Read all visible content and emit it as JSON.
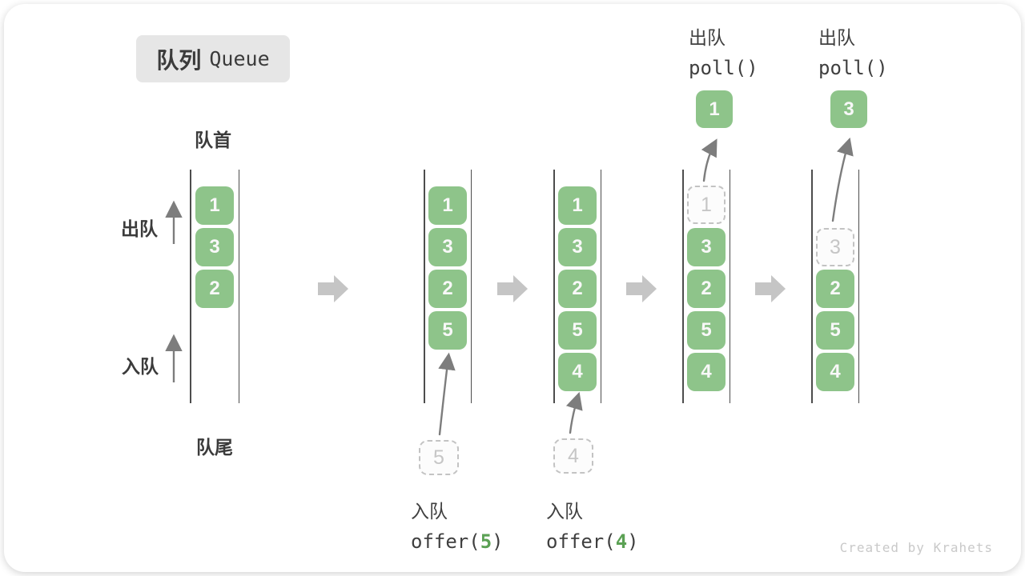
{
  "title": {
    "zh": "队列",
    "en": "Queue"
  },
  "side_labels": {
    "front": "队首",
    "rear": "队尾",
    "dequeue": "出队",
    "enqueue": "入队"
  },
  "queues": [
    {
      "slots": [
        {
          "value": "1",
          "kind": "solid"
        },
        {
          "value": "3",
          "kind": "solid"
        },
        {
          "value": "2",
          "kind": "solid"
        }
      ]
    },
    {
      "slots": [
        {
          "value": "1",
          "kind": "solid"
        },
        {
          "value": "3",
          "kind": "solid"
        },
        {
          "value": "2",
          "kind": "solid"
        },
        {
          "value": "5",
          "kind": "solid"
        }
      ]
    },
    {
      "slots": [
        {
          "value": "1",
          "kind": "solid"
        },
        {
          "value": "3",
          "kind": "solid"
        },
        {
          "value": "2",
          "kind": "solid"
        },
        {
          "value": "5",
          "kind": "solid"
        },
        {
          "value": "4",
          "kind": "solid"
        }
      ]
    },
    {
      "slots": [
        {
          "value": "1",
          "kind": "dashed"
        },
        {
          "value": "3",
          "kind": "solid"
        },
        {
          "value": "2",
          "kind": "solid"
        },
        {
          "value": "5",
          "kind": "solid"
        },
        {
          "value": "4",
          "kind": "solid"
        }
      ]
    },
    {
      "slots": [
        {
          "value": "3",
          "kind": "dashed"
        },
        {
          "value": "2",
          "kind": "solid"
        },
        {
          "value": "5",
          "kind": "solid"
        },
        {
          "value": "4",
          "kind": "solid"
        }
      ]
    }
  ],
  "enqueue_ops": [
    {
      "label": "入队",
      "code_prefix": "offer(",
      "arg": "5",
      "code_suffix": ")",
      "pending_value": "5"
    },
    {
      "label": "入队",
      "code_prefix": "offer(",
      "arg": "4",
      "code_suffix": ")",
      "pending_value": "4"
    }
  ],
  "dequeue_ops": [
    {
      "label": "出队",
      "code": "poll()",
      "value": "1"
    },
    {
      "label": "出队",
      "code": "poll()",
      "value": "3"
    }
  ],
  "footer": "Created by Krahets",
  "colors": {
    "green": "#8ec48a",
    "accent-green": "#5ba154",
    "rail": "#4d4d4d",
    "arrow": "#7d7d7d",
    "block-arrow": "#c5c5c5",
    "dashed-border": "#c3c3c3",
    "title-bg": "#e6e6e6"
  }
}
